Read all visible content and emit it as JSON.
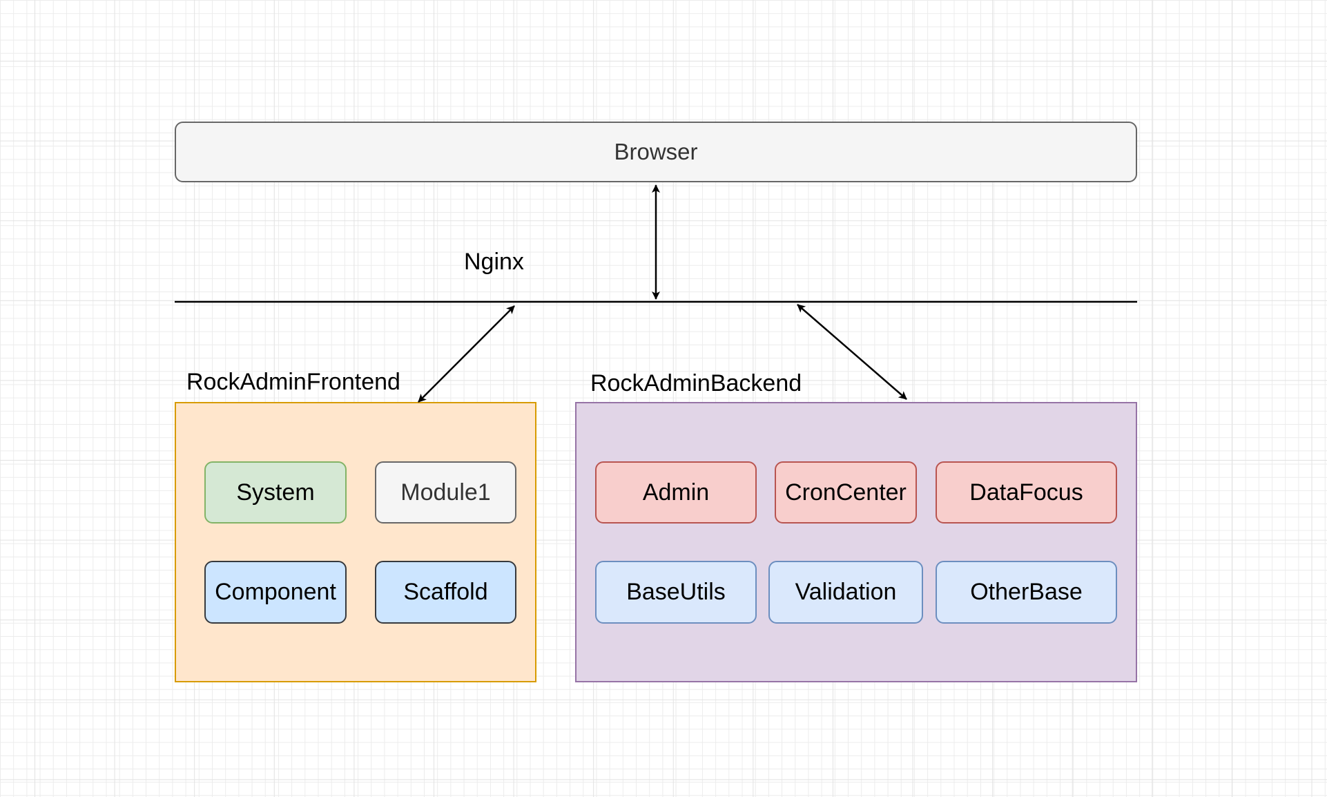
{
  "browser": {
    "label": "Browser"
  },
  "nginx": {
    "label": "Nginx"
  },
  "frontend": {
    "title": "RockAdminFrontend",
    "modules": [
      "System",
      "Module1",
      "Component",
      "Scaffold"
    ]
  },
  "backend": {
    "title": "RockAdminBackend",
    "modules": [
      "Admin",
      "CronCenter",
      "DataFocus",
      "BaseUtils",
      "Validation",
      "OtherBase"
    ]
  },
  "colors": {
    "frontend_fill": "#ffe6cc",
    "frontend_stroke": "#d79b00",
    "backend_fill": "#e1d5e7",
    "backend_stroke": "#9673a6",
    "green_fill": "#d5e8d4",
    "red_fill": "#f8cecc",
    "blue_fill": "#dae8fc"
  }
}
